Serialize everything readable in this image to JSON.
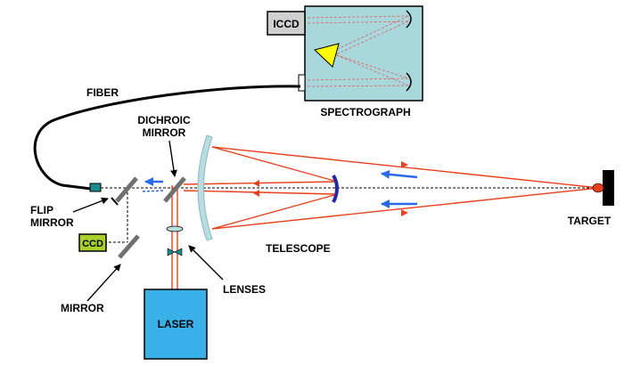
{
  "labels": {
    "iccd": "ICCD",
    "spectrograph": "SPECTROGRAPH",
    "fiber": "FIBER",
    "dichroic_line1": "DICHROIC",
    "dichroic_line2": "MIRROR",
    "flip_line1": "FLIP",
    "flip_line2": "MIRROR",
    "ccd": "CCD",
    "mirror": "MIRROR",
    "laser": "LASER",
    "lenses": "LENSES",
    "telescope": "TELESCOPE",
    "target": "TARGET"
  },
  "colors": {
    "beam": "#e8401c",
    "spectro_ray": "#e06060",
    "box_fill": "#a8d8dc",
    "laser_fill": "#3ab0e8",
    "ccd_fill": "#a8d02a",
    "iccd_fill": "#d0d0d0",
    "prism_fill": "#ffff00",
    "primary_mirror": "#b8dce0",
    "secondary_mirror": "#2a2aa0",
    "arrow_blue": "#2a6ae8",
    "fiber_connector": "#1a8a8a",
    "target_fill": "#000000",
    "target_spot": "#e8401c"
  }
}
